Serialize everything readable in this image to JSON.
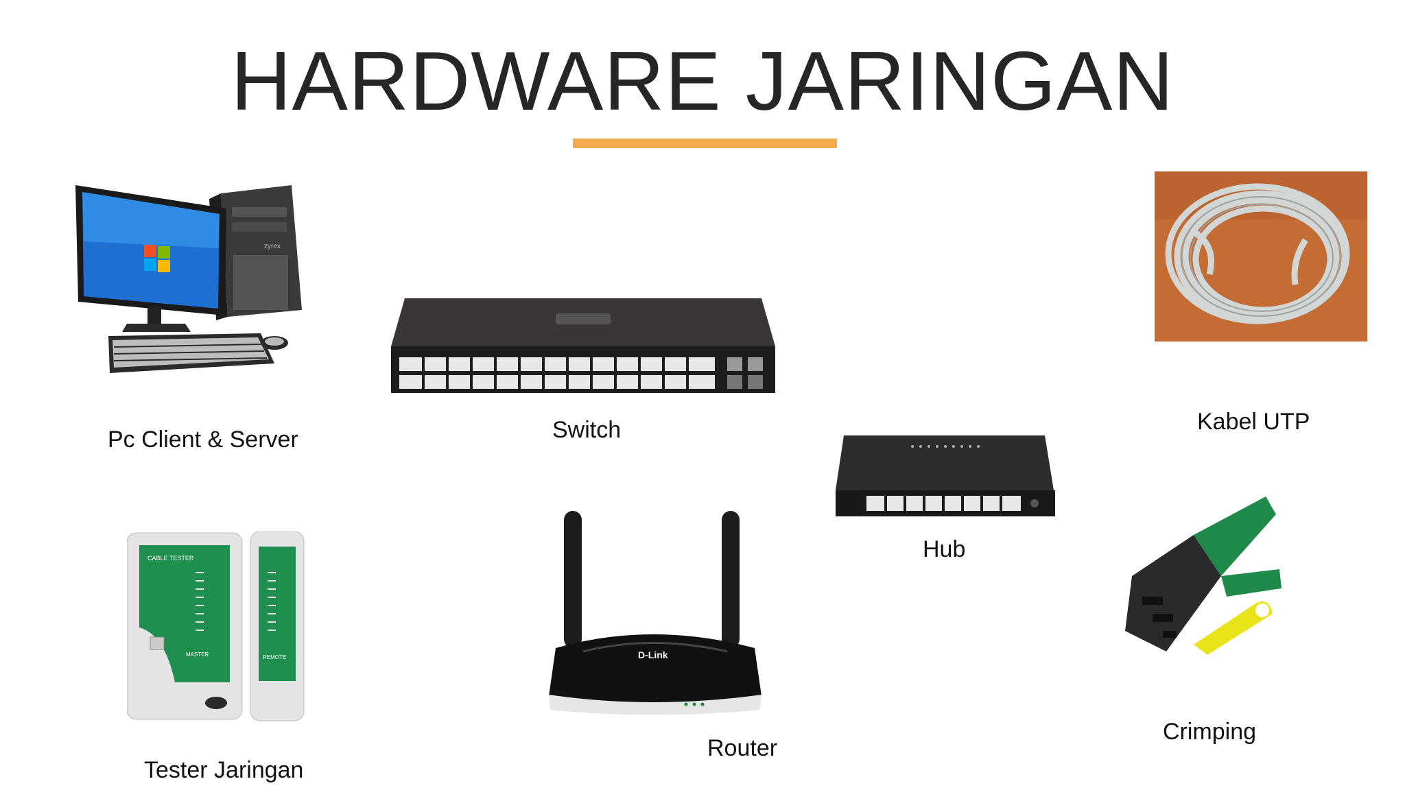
{
  "slide": {
    "title": "HARDWARE JARINGAN",
    "accent_color": "#f3ab4b"
  },
  "items": {
    "pc": {
      "label": "Pc Client & Server",
      "icon": "pc-icon"
    },
    "switch": {
      "label": "Switch",
      "icon": "switch-icon"
    },
    "hub": {
      "label": "Hub",
      "icon": "hub-icon"
    },
    "cable": {
      "label": "Kabel UTP",
      "icon": "utp-cable-icon"
    },
    "tester": {
      "label": "Tester Jaringan",
      "icon": "cable-tester-icon"
    },
    "router": {
      "label": "Router",
      "icon": "router-icon"
    },
    "crimping": {
      "label": "Crimping",
      "icon": "crimping-tool-icon"
    }
  },
  "logos": {
    "router_brand": "D-Link",
    "tester_text_left": "CABLE TESTER",
    "tester_text_master": "MASTER",
    "tester_text_remote": "REMOTE"
  }
}
